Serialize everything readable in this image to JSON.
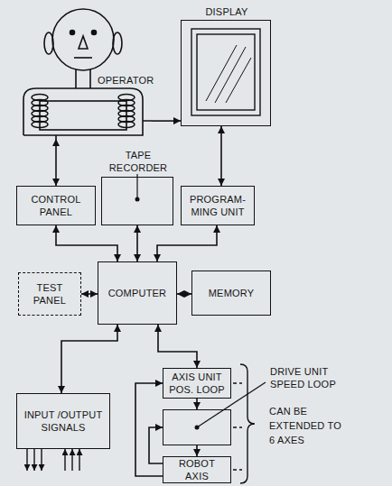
{
  "diagram": {
    "nodes": [
      {
        "text": [
          "OPERATOR"
        ]
      },
      {
        "text": [
          "DISPLAY"
        ]
      },
      {
        "text": [
          "CONTROL PANEL"
        ]
      },
      {
        "text": [
          "TAPE RECORDER"
        ]
      },
      {
        "text": [
          "PROGRAM- MING UNIT"
        ]
      },
      {
        "text": [
          "TEST PANEL"
        ]
      },
      {
        "text": [
          "COMPUTER"
        ]
      },
      {
        "text": [
          "MEMORY"
        ]
      },
      {
        "text": [
          "INPUT /OUTPUT SIGNALS"
        ]
      },
      {
        "text": [
          "AXIS UNIT POS. LOOP"
        ]
      },
      {
        "text": [
          "DRIVE UNIT SPEED LOOP"
        ]
      },
      {
        "text": [
          "ROBOT AXIS"
        ]
      }
    ],
    "edges": [
      {
        "from": 0,
        "to": 1,
        "arrow": "to"
      },
      {
        "from": 0,
        "to": 2,
        "arrow": "both"
      },
      {
        "from": 1,
        "to": 4,
        "arrow": "both"
      },
      {
        "from": 2,
        "to": 6,
        "arrow": "both"
      },
      {
        "from": 3,
        "to": 6,
        "arrow": "both"
      },
      {
        "from": 4,
        "to": 6,
        "arrow": "both"
      },
      {
        "from": 5,
        "to": 6,
        "arrow": "both"
      },
      {
        "from": 6,
        "to": 7,
        "arrow": "both"
      },
      {
        "from": 6,
        "to": 8,
        "arrow": "both"
      },
      {
        "from": 6,
        "to": 9,
        "arrow": "both"
      },
      {
        "from": 9,
        "to": 10,
        "arrow": "to"
      },
      {
        "from": 10,
        "to": 11,
        "arrow": "to"
      },
      {
        "from": 11,
        "to": 9,
        "arrow": "to"
      },
      {
        "from": 11,
        "to": 10,
        "arrow": "to"
      }
    ],
    "labels": [
      "CAN BE EXTENDED TO 6 AXES"
    ]
  }
}
